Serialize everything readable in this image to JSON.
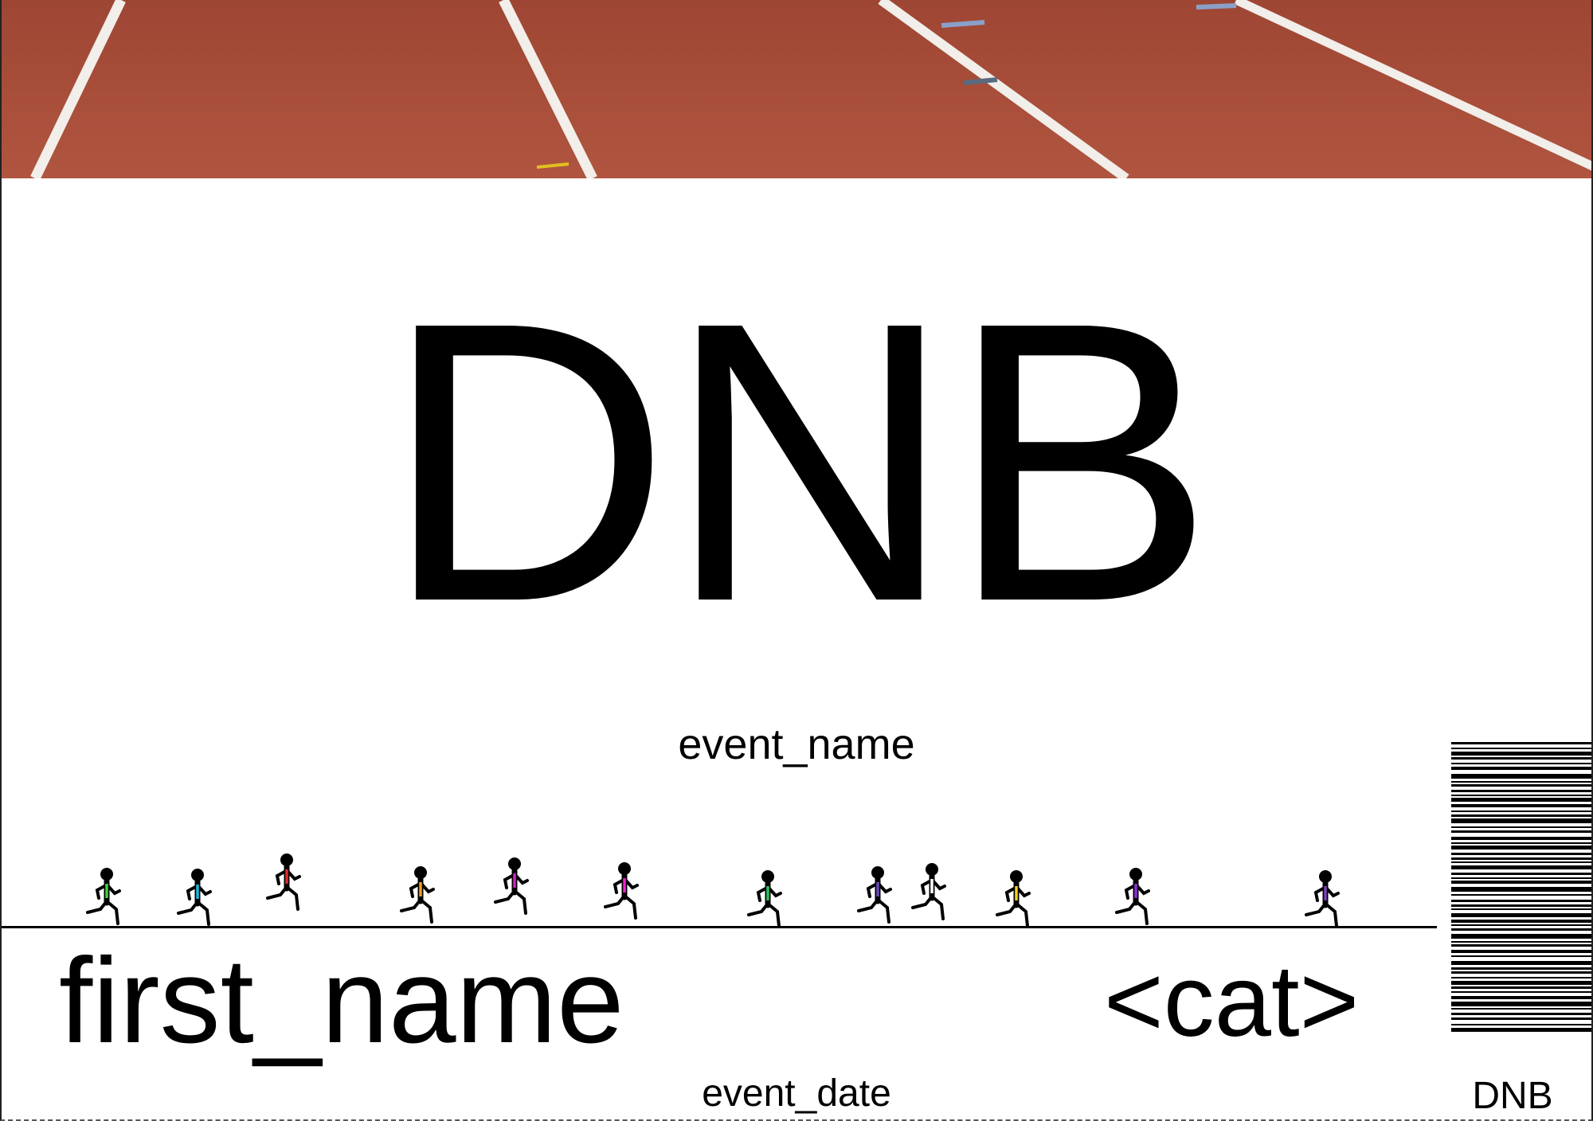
{
  "bib": {
    "number": "DNB",
    "event_name": "event_name",
    "first_name": "first_name",
    "category": "<cat>",
    "event_date": "event_date",
    "barcode_label": "DNB"
  },
  "banner": {
    "image": "running-track-photo",
    "track_color": "#a8503c",
    "lane_line_color": "#f2eeea"
  },
  "runners": {
    "icon": "running-figure-icon",
    "shirt_colors": [
      "#3cd43c",
      "#20b8d8",
      "#e02828",
      "#f0a020",
      "#d020c0",
      "#f020d0",
      "#30c060",
      "#6a4ab8",
      "#ffffff",
      "#f0d020",
      "#8a30d0",
      "#7a40b8"
    ]
  },
  "barcode": {
    "icon": "barcode-icon"
  }
}
